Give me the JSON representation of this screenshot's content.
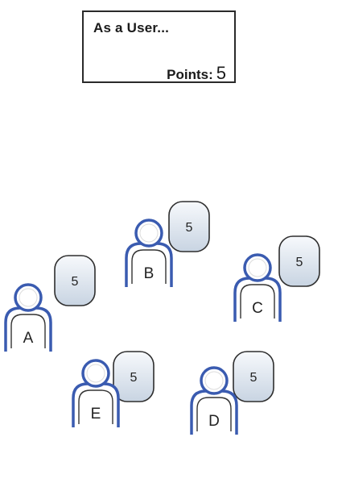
{
  "card": {
    "title": "As a User...",
    "points_label": "Points:",
    "points_value": "5"
  },
  "colors": {
    "outline": "#3a5bb0",
    "inner_line": "#333333",
    "bubble_top": "#f7f9fc",
    "bubble_bottom": "#c8d4e2"
  },
  "participants": [
    {
      "letter": "A",
      "estimate": "5"
    },
    {
      "letter": "B",
      "estimate": "5"
    },
    {
      "letter": "C",
      "estimate": "5"
    },
    {
      "letter": "D",
      "estimate": "5"
    },
    {
      "letter": "E",
      "estimate": "5"
    }
  ]
}
